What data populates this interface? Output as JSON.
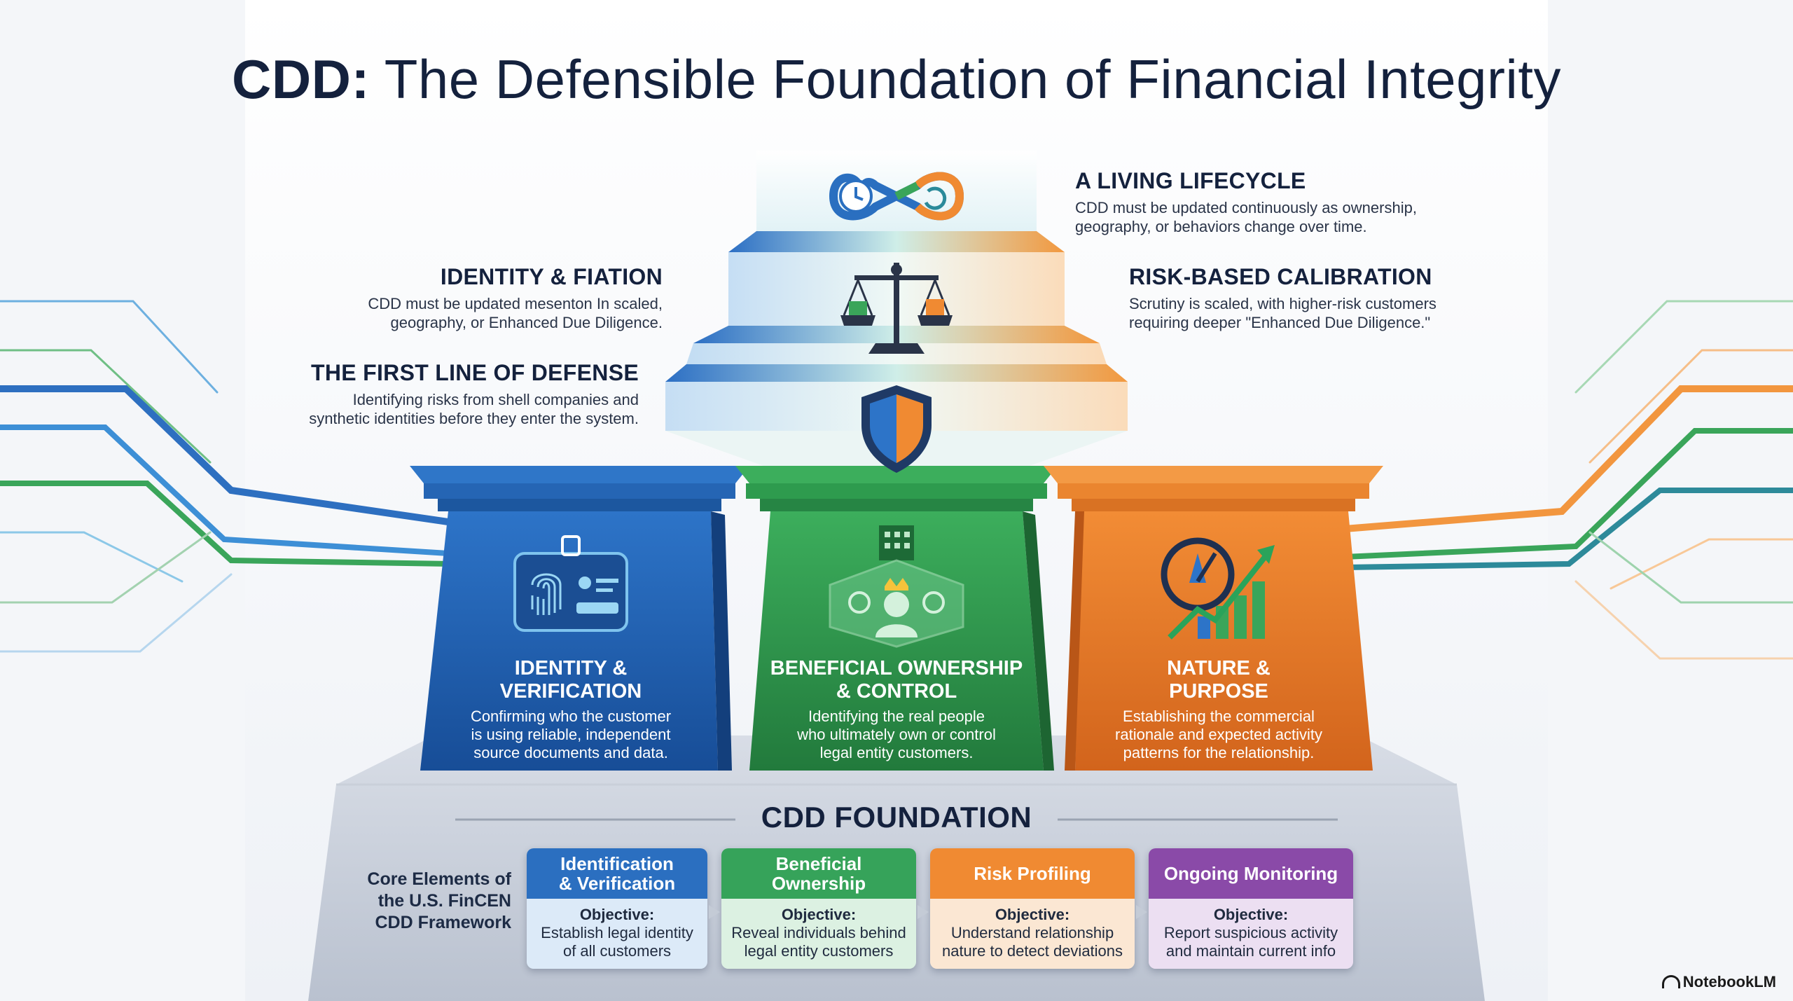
{
  "title": {
    "bold": "CDD:",
    "rest": "The Defensible Foundation of Financial Integrity"
  },
  "callouts": {
    "lifecycle": {
      "heading": "A LIVING LIFECYCLE",
      "line1": "CDD must be updated continuously as ownership,",
      "line2": "geography, or behaviors change over time."
    },
    "identity": {
      "heading": "IDENTITY & FIATION",
      "line1": "CDD must be updated mesenton In scaled,",
      "line2": "geography, or Enhanced Due Diligence."
    },
    "risk": {
      "heading": "RISK-BASED CALIBRATION",
      "line1": "Scrutiny is scaled, with higher-risk customers",
      "line2": "requiring deeper \"Enhanced Due Diligence.\""
    },
    "defense": {
      "heading": "THE FIRST LINE OF DEFENSE",
      "line1": "Identifying risks from shell companies and",
      "line2": "synthetic identities before they enter the system."
    }
  },
  "pillars": [
    {
      "title1": "IDENTITY &",
      "title2": "VERIFICATION",
      "d1": "Confirming who the customer",
      "d2": "is using reliable, independent",
      "d3": "source documents and data.",
      "color": "#1f5fae",
      "icon": "fingerprint-id-card-icon"
    },
    {
      "title1": "BENEFICIAL OWNERSHIP",
      "title2": "& CONTROL",
      "d1": "Identifying the real people",
      "d2": "who ultimately own or control",
      "d3": "legal entity customers.",
      "color": "#2e9a4e",
      "icon": "ownership-crown-icon"
    },
    {
      "title1": "NATURE &",
      "title2": "PURPOSE",
      "d1": "Establishing the commercial",
      "d2": "rationale and expected activity",
      "d3": "patterns for the relationship.",
      "color": "#e6792a",
      "icon": "compass-growth-chart-icon"
    }
  ],
  "foundation": {
    "heading": "CDD FOUNDATION",
    "core_line1": "Core Elements of",
    "core_line2": "the U.S. FinCEN",
    "core_line3": "CDD Framework",
    "cards": [
      {
        "h1": "Identification",
        "h2": "& Verification",
        "obj": "Objective:",
        "b1": "Establish legal identity",
        "b2": "of all customers",
        "color": "#2b6fc0",
        "bg": "#dceaf8"
      },
      {
        "h1": "Beneficial",
        "h2": "Ownership",
        "obj": "Objective:",
        "b1": "Reveal individuals behind",
        "b2": "legal entity customers",
        "color": "#36a35a",
        "bg": "#dcf1e2"
      },
      {
        "h1": "Risk Profiling",
        "h2": "",
        "obj": "Objective:",
        "b1": "Understand relationship",
        "b2": "nature to detect deviations",
        "color": "#f08a32",
        "bg": "#fbe7d3"
      },
      {
        "h1": "Ongoing Monitoring",
        "h2": "",
        "obj": "Objective:",
        "b1": "Report suspicious activity",
        "b2": "and maintain current info",
        "color": "#8a4aa8",
        "bg": "#ecdff2"
      }
    ]
  },
  "brand": "NotebookLM",
  "icons": {
    "lifecycle": "infinity-cycle-icon",
    "scales": "balance-scale-icon",
    "shield": "shield-icon"
  }
}
